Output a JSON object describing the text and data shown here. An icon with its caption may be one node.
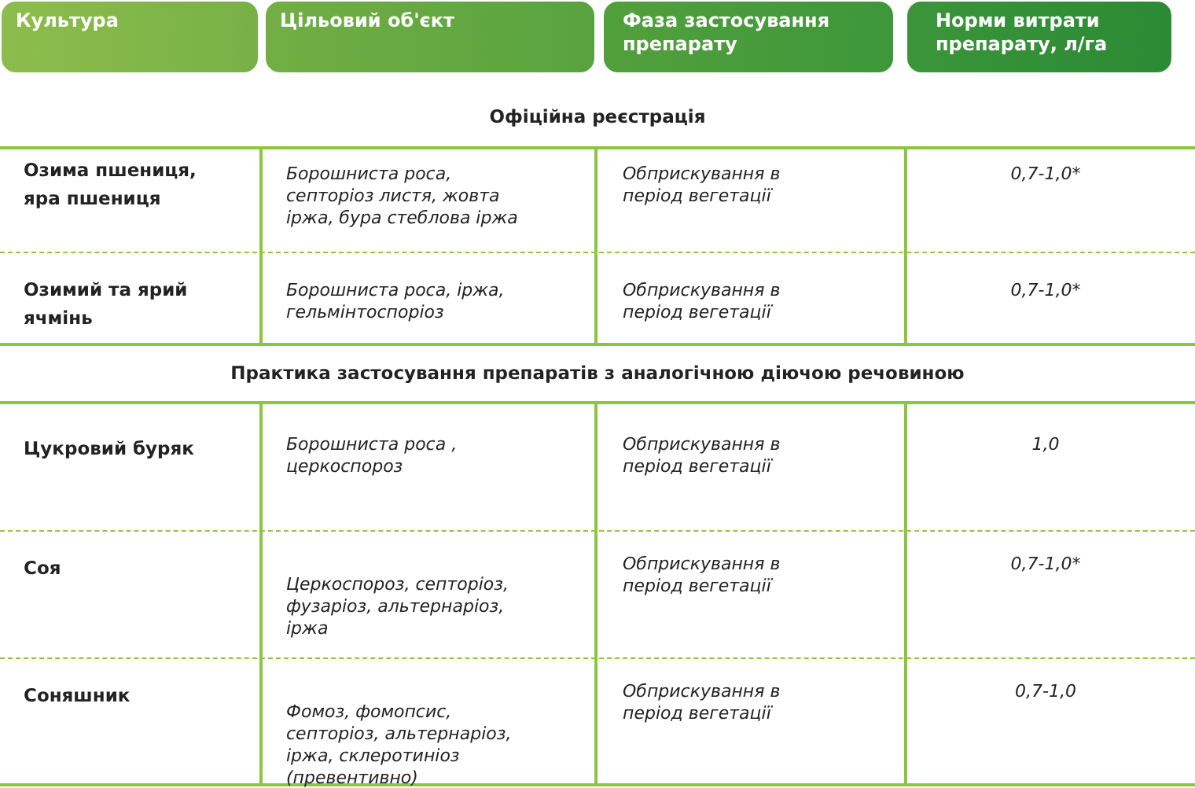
{
  "diagram": {
    "nodes": [
      {
        "text": [
          "Культура"
        ]
      },
      {
        "text": [
          "Цільовий об'єкт"
        ]
      },
      {
        "text": [
          "Фаза застосування препарату"
        ]
      },
      {
        "text": [
          "Норми витрати препарату, л/га"
        ]
      }
    ],
    "labels": [
      "Офіційна реєстрація",
      "Озима пшениця, яра пшениця",
      "Борошниста роса, септоріоз листя, жовта іржа, бура стеблова іржа",
      "Обприскування в період вегетації",
      "0,7-1,0*",
      "Озимий та ярий ячмінь",
      "Борошниста роса, іржа, гельмінтоспоріоз",
      "Обприскування в період вегетації",
      "0,7-1,0*",
      "Практика застосування препаратів з аналогічною діючою речовиною",
      "Цукровий буряк",
      "Борошниста роса , церкоспороз",
      "Обприскування в період вегетації",
      "1,0",
      "Соя",
      "Церкоспороз, септоріоз, фузаріоз, альтернаріоз, іржа",
      "Обприскування в період вегетації",
      "0,7-1,0*",
      "Соняшник",
      "Фомоз, фомопсис, септоріоз, альтернаріоз, іржа, склеротиніоз (превентивно)",
      "Обприскування в період вегетації",
      "0,7-1,0"
    ]
  }
}
